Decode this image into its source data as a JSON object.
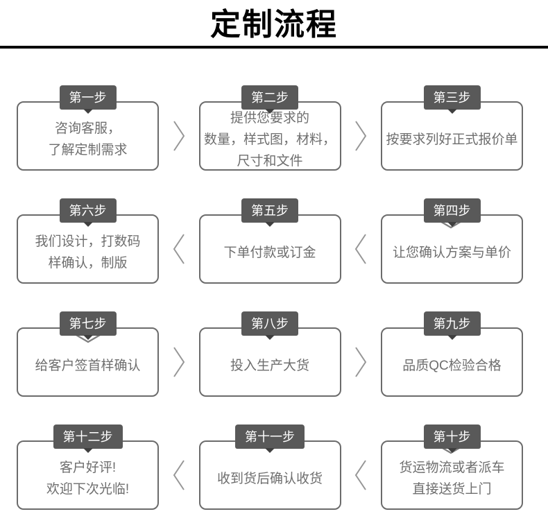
{
  "page": {
    "title": "定制流程"
  },
  "colors": {
    "title_text": "#000000",
    "rule": "#000000",
    "badge_bg": "#595959",
    "badge_notch": "#3f3f3f",
    "badge_text": "#ffffff",
    "box_border": "#6b6b6b",
    "box_text": "#6e6e6e",
    "side_arrow": "#969696",
    "down_arrow": "#808080"
  },
  "icons": {
    "right_arrow": "chevron-right-icon",
    "left_arrow": "chevron-left-icon",
    "down_arrow": "chevron-down-icon"
  },
  "steps": [
    {
      "id": 1,
      "badge": "第一步",
      "lines": [
        "咨询客服，",
        "了解定制需求"
      ]
    },
    {
      "id": 2,
      "badge": "第二步",
      "lines": [
        "提供您要求的",
        "数量，样式图，材料，",
        "尺寸和文件"
      ]
    },
    {
      "id": 3,
      "badge": "第三步",
      "lines": [
        "按要求列好正式报价单"
      ]
    },
    {
      "id": 4,
      "badge": "第四步",
      "lines": [
        "让您确认方案与单价"
      ]
    },
    {
      "id": 5,
      "badge": "第五步",
      "lines": [
        "下单付款或订金"
      ]
    },
    {
      "id": 6,
      "badge": "第六步",
      "lines": [
        "我们设计，打数码",
        "样确认，制版"
      ]
    },
    {
      "id": 7,
      "badge": "第七步",
      "lines": [
        "给客户签首样确认"
      ]
    },
    {
      "id": 8,
      "badge": "第八步",
      "lines": [
        "投入生产大货"
      ]
    },
    {
      "id": 9,
      "badge": "第九步",
      "lines": [
        "品质QC检验合格"
      ]
    },
    {
      "id": 10,
      "badge": "第十步",
      "lines": [
        "货运物流或者派车",
        "直接送货上门"
      ]
    },
    {
      "id": 11,
      "badge": "第十一步",
      "lines": [
        "收到货后确认收货"
      ]
    },
    {
      "id": 12,
      "badge": "第十二步",
      "lines": [
        "客户好评!",
        "欢迎下次光临!"
      ]
    }
  ],
  "flow": {
    "rows": [
      {
        "steps": [
          1,
          2,
          3
        ],
        "arrow_direction": "right"
      },
      {
        "steps": [
          6,
          5,
          4
        ],
        "arrow_direction": "left"
      },
      {
        "steps": [
          7,
          8,
          9
        ],
        "arrow_direction": "right"
      },
      {
        "steps": [
          12,
          11,
          10
        ],
        "arrow_direction": "left"
      }
    ],
    "row_links": [
      {
        "from": 3,
        "to": 4,
        "direction": "down"
      },
      {
        "from": 6,
        "to": 7,
        "direction": "down"
      },
      {
        "from": 9,
        "to": 10,
        "direction": "down"
      }
    ]
  }
}
